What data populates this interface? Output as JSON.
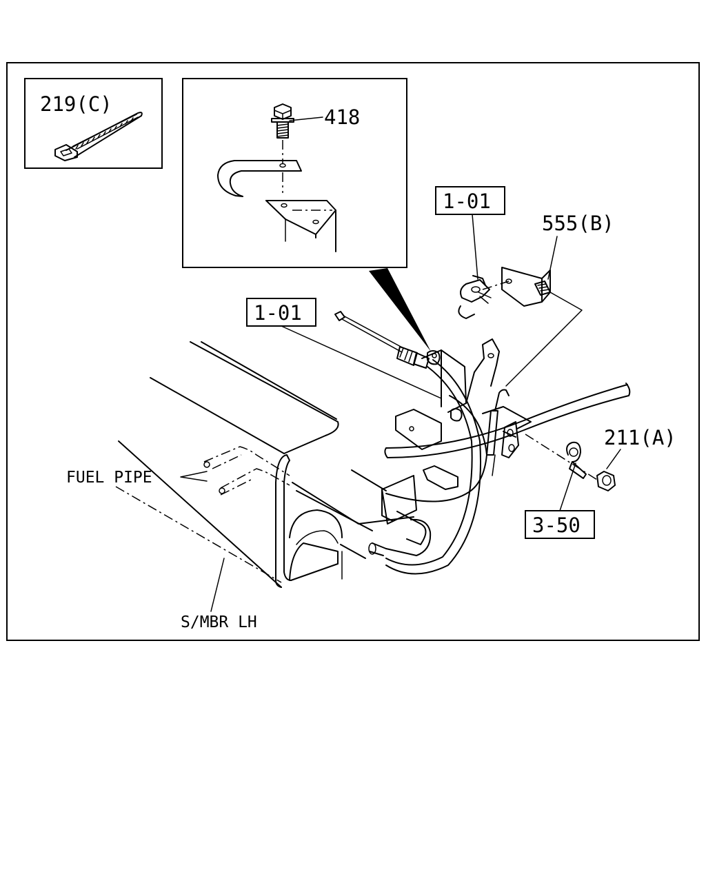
{
  "labels": {
    "clip_tie": "219(C)",
    "bolt": "418",
    "ref_cable_upper": "1-01",
    "bracket": "555(B)",
    "ref_cable_lower": "1-01",
    "nut": "211(A)",
    "ref_clip": "3-50",
    "fuel_pipe": "FUEL PIPE",
    "side_member": "S/MBR LH"
  }
}
